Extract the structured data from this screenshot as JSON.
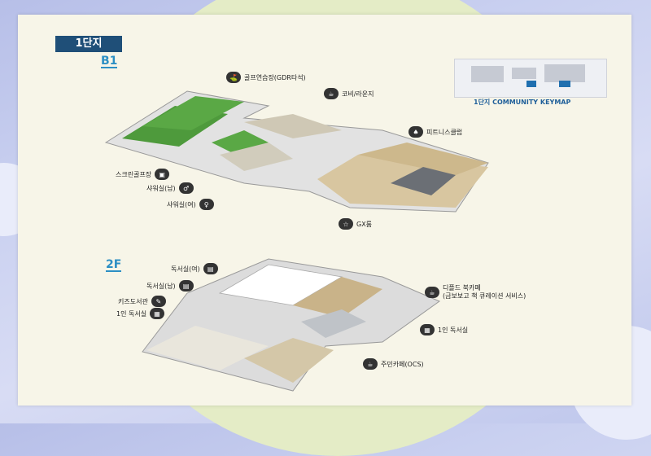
{
  "title": "1단지",
  "keymap_caption": "1단지 COMMUNITY KEYMAP",
  "floors": {
    "b1": {
      "label": "B1",
      "labels": [
        {
          "text": "골프연습장(GDR타석)",
          "icon": "golf-icon"
        },
        {
          "text": "코비/라운지",
          "icon": "lounge-icon"
        },
        {
          "text": "피트니스클럽",
          "icon": "fitness-icon"
        },
        {
          "text": "스크린골프장",
          "icon": "screen-golf-icon"
        },
        {
          "text": "샤워실(남)",
          "icon": "shower-icon"
        },
        {
          "text": "샤워실(여)",
          "icon": "shower-icon"
        },
        {
          "text": "GX룸",
          "icon": "gx-icon"
        }
      ]
    },
    "f2": {
      "label": "2F",
      "labels": [
        {
          "text": "독서실(여)",
          "icon": "study-icon"
        },
        {
          "text": "독서실(남)",
          "icon": "study-icon"
        },
        {
          "text": "키즈도서관",
          "icon": "kids-library-icon"
        },
        {
          "text": "1인 독서실",
          "icon": "single-study-icon"
        },
        {
          "text": "디플드 북카페",
          "icon": "book-cafe-icon"
        },
        {
          "text": "(금보보고 책 큐레이션 서비스)",
          "icon": ""
        },
        {
          "text": "1인 독서실",
          "icon": "single-study-icon"
        },
        {
          "text": "주민카페(OCS)",
          "icon": "cafe-icon"
        }
      ]
    }
  },
  "colors": {
    "badge": "#1f4f78",
    "floor_label": "#2c8fc4",
    "grass": "#4e9a3c",
    "floor_wood": "#d8c6a0"
  }
}
